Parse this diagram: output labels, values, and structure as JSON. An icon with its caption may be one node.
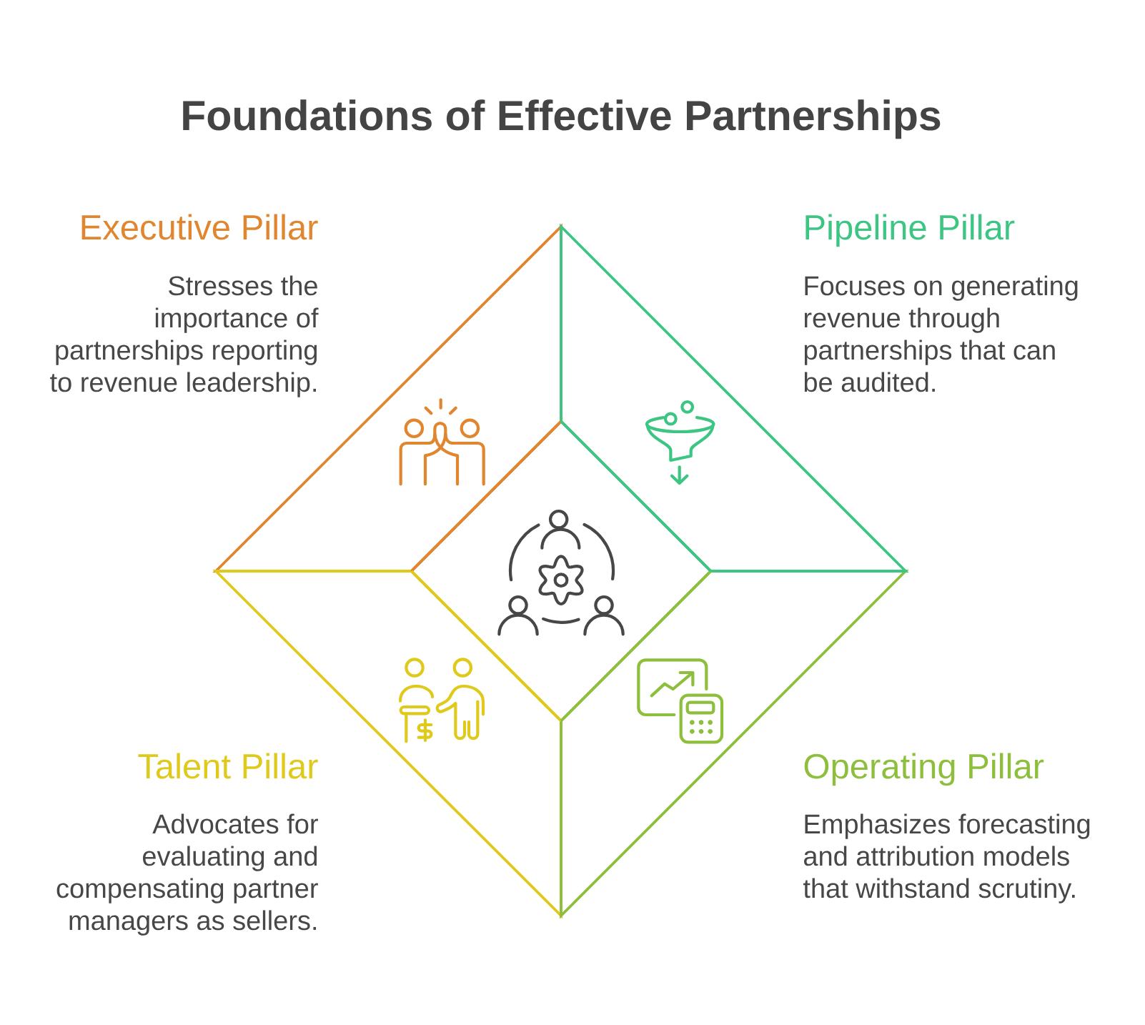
{
  "diagram": {
    "title": "Foundations of Effective Partnerships",
    "nodes": [
      {
        "text": [
          "Executive Pillar",
          "Stresses the importance of partnerships reporting to revenue leadership."
        ]
      },
      {
        "text": [
          "Pipeline Pillar",
          "Focuses on generating revenue through partnerships that can be audited."
        ]
      },
      {
        "text": [],
        "shape": "diamond"
      },
      {
        "text": [
          "Talent Pillar",
          "Advocates for evaluating and compensating partner managers as sellers."
        ]
      },
      {
        "text": [
          "Operating Pillar",
          "Emphasizes forecasting and attribution models that withstand scrutiny."
        ]
      }
    ]
  }
}
